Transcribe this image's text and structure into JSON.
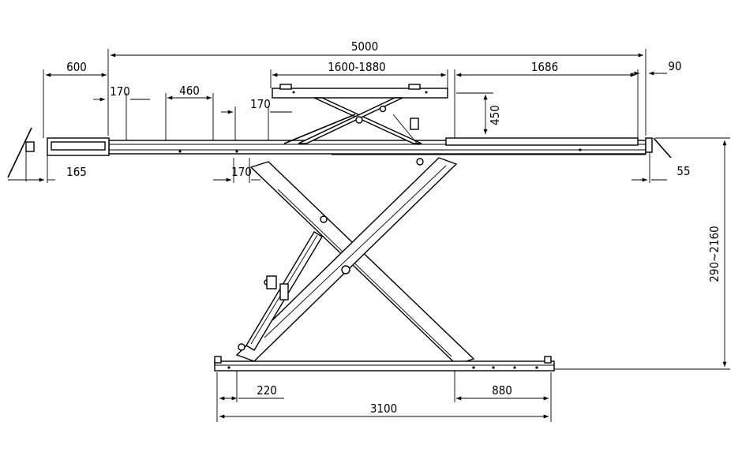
{
  "dimensions": {
    "total_length": "5000",
    "left_extension": "600",
    "platform_range": "1600-1880",
    "right_extension": "1686",
    "right_gap": "90",
    "gap_170_top": "170",
    "width_460": "460",
    "gap_170_mid": "170",
    "sub_lift_height": "450",
    "end_165": "165",
    "gap_170_low": "170",
    "end_55": "55",
    "height_range": "290~2160",
    "base_220": "220",
    "base_880": "880",
    "base_length": "3100"
  }
}
